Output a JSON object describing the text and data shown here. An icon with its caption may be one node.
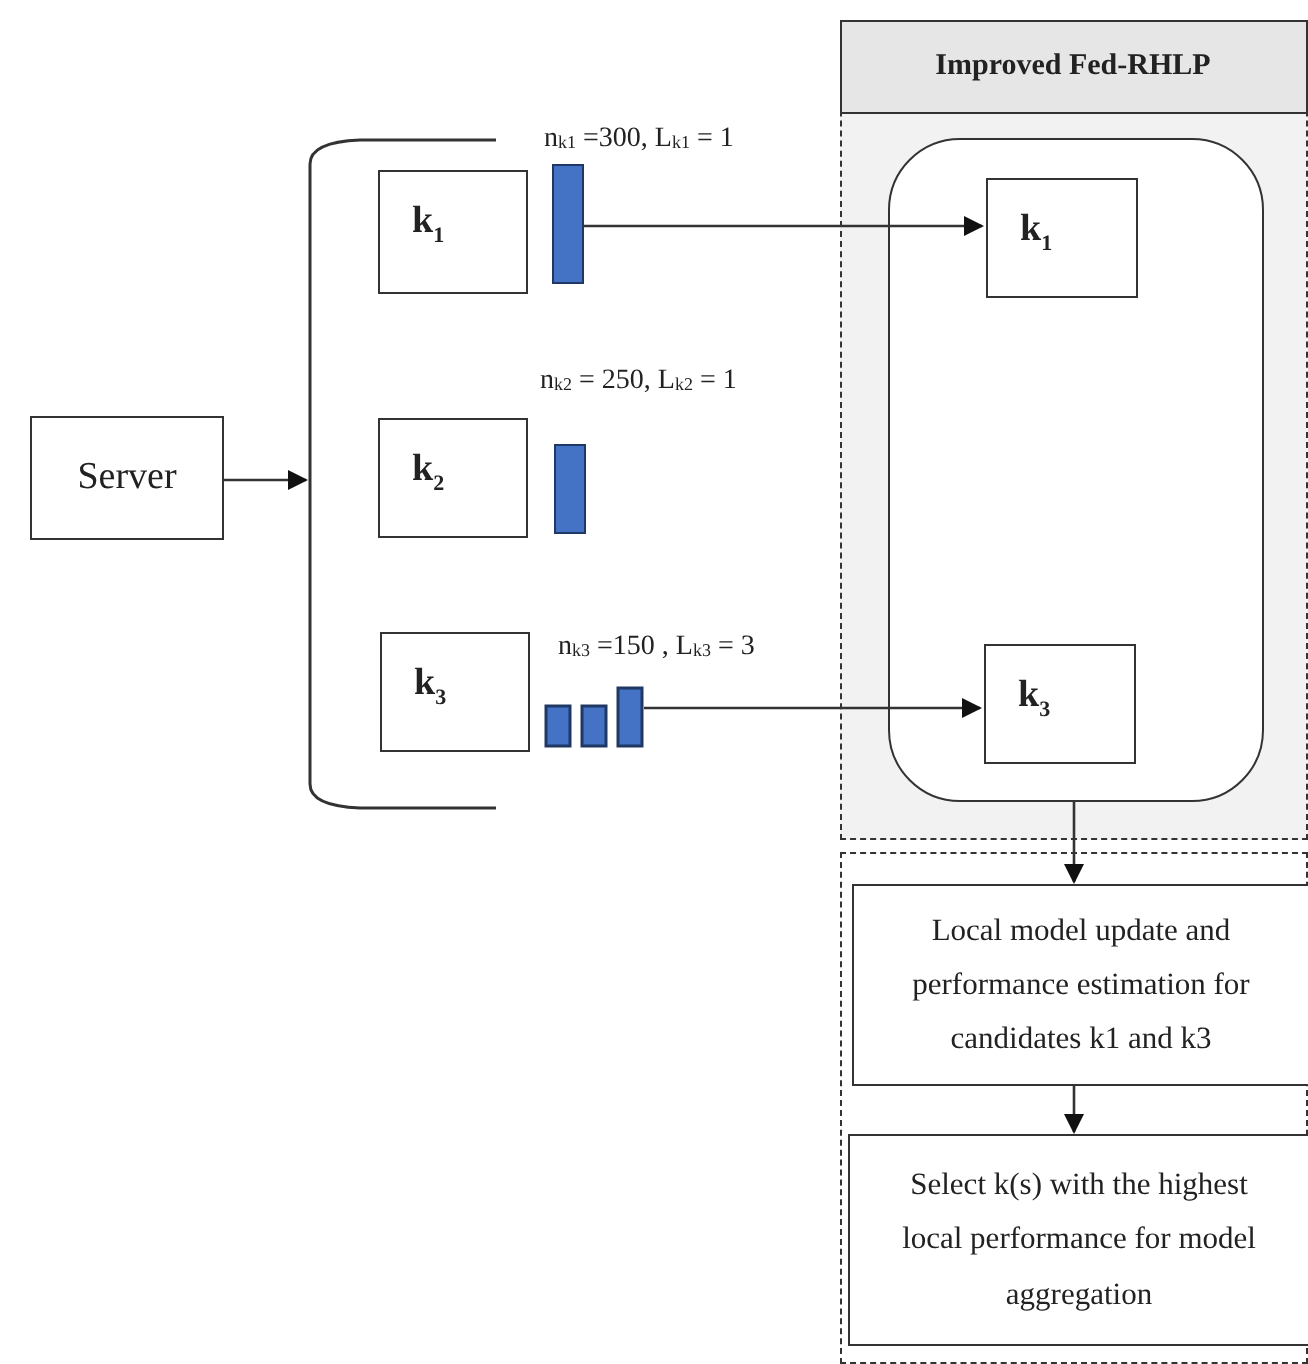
{
  "diagram": {
    "nodes": [
      {
        "text": [
          "Server"
        ]
      },
      {
        "text": [],
        "shape": "bracket"
      },
      {
        "text": [
          "k$_{1}$"
        ],
        "beside": [
          "n$_{k1}$ =300, L$_{k1}$ = 1"
        ]
      },
      {
        "text": [],
        "shape": "bar"
      },
      {
        "text": [
          "k$_{2}$"
        ],
        "beside": [
          "n$_{k2}$ = 250, L$_{k2}$ = 1"
        ]
      },
      {
        "text": [],
        "shape": "bar"
      },
      {
        "text": [
          "k$_{3}$"
        ],
        "beside": [
          "n$_{k3}$ =150 , L$_{k3}$ = 3"
        ]
      },
      {
        "text": [],
        "shape": "bar"
      },
      {
        "text": [
          "Improved Fed-RHLP"
        ]
      },
      {
        "text": [],
        "shape": "box",
        "in": 8
      },
      {
        "text": [
          "k$_{1}$"
        ],
        "in": 9
      },
      {
        "text": [
          "k$_{3}$"
        ],
        "in": 9
      },
      {
        "text": [],
        "shape": "box"
      },
      {
        "text": [
          "Local model update and performance estimation for candidates k1 and k3"
        ],
        "in": 12
      },
      {
        "text": [
          "Select k(s) with the highest local performance for model aggregation"
        ],
        "in": 12
      }
    ],
    "edges": [
      {
        "from": 0,
        "to": 1,
        "arrow": "to"
      },
      {
        "from": 3,
        "to": 10,
        "arrow": "to"
      },
      {
        "from": 7,
        "to": 11,
        "arrow": "to"
      },
      {
        "from": 9,
        "to": 13,
        "arrow": "to"
      },
      {
        "from": 13,
        "to": 14,
        "arrow": "to"
      }
    ]
  }
}
